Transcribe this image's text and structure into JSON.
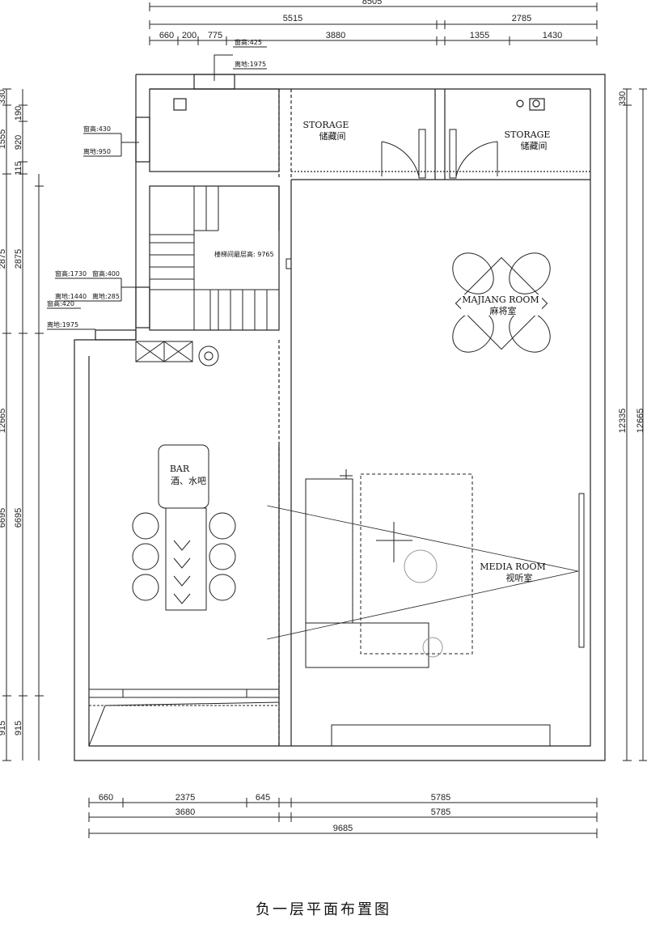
{
  "title": "负一层平面布置图",
  "dimensions": {
    "top_total": "8505",
    "top_left_span": "5515",
    "top_right_span": "2785",
    "top_segments": [
      "660",
      "200",
      "775",
      "3880",
      "1355",
      "1430"
    ],
    "bottom_segments": [
      "660",
      "2375",
      "645",
      "5785"
    ],
    "bottom_mid": [
      "3680",
      "5785"
    ],
    "bottom_total": "9685",
    "left_outer": [
      "330",
      "1555",
      "2875",
      "12665",
      "6695",
      "915"
    ],
    "left_inner": [
      "190",
      "920",
      "115",
      "2875",
      "6695",
      "915"
    ],
    "right": [
      "330",
      "12335",
      "12665"
    ],
    "stair_note": "楼梯间最层高: 9765"
  },
  "window_notes": [
    {
      "id": "w1",
      "height": "窗高:425",
      "sill": "离地:1975"
    },
    {
      "id": "w2",
      "height": "窗高:430",
      "sill": "离地:950"
    },
    {
      "id": "w3",
      "height": "窗高:1730",
      "sill": "离地:1440"
    },
    {
      "id": "w4",
      "height": "窗高:400",
      "sill": "离地:285"
    },
    {
      "id": "w5",
      "height": "窗高:420",
      "sill": "离地:1975"
    }
  ],
  "rooms": {
    "storage1_en": "STORAGE",
    "storage1_cn": "储藏间",
    "storage2_en": "STORAGE",
    "storage2_cn": "储藏间",
    "majiang_en": "MAJIANG ROOM",
    "majiang_cn": "麻将室",
    "bar_en": "BAR",
    "bar_cn": "酒、水吧",
    "media_en": "MEDIA ROOM",
    "media_cn": "视听室"
  }
}
